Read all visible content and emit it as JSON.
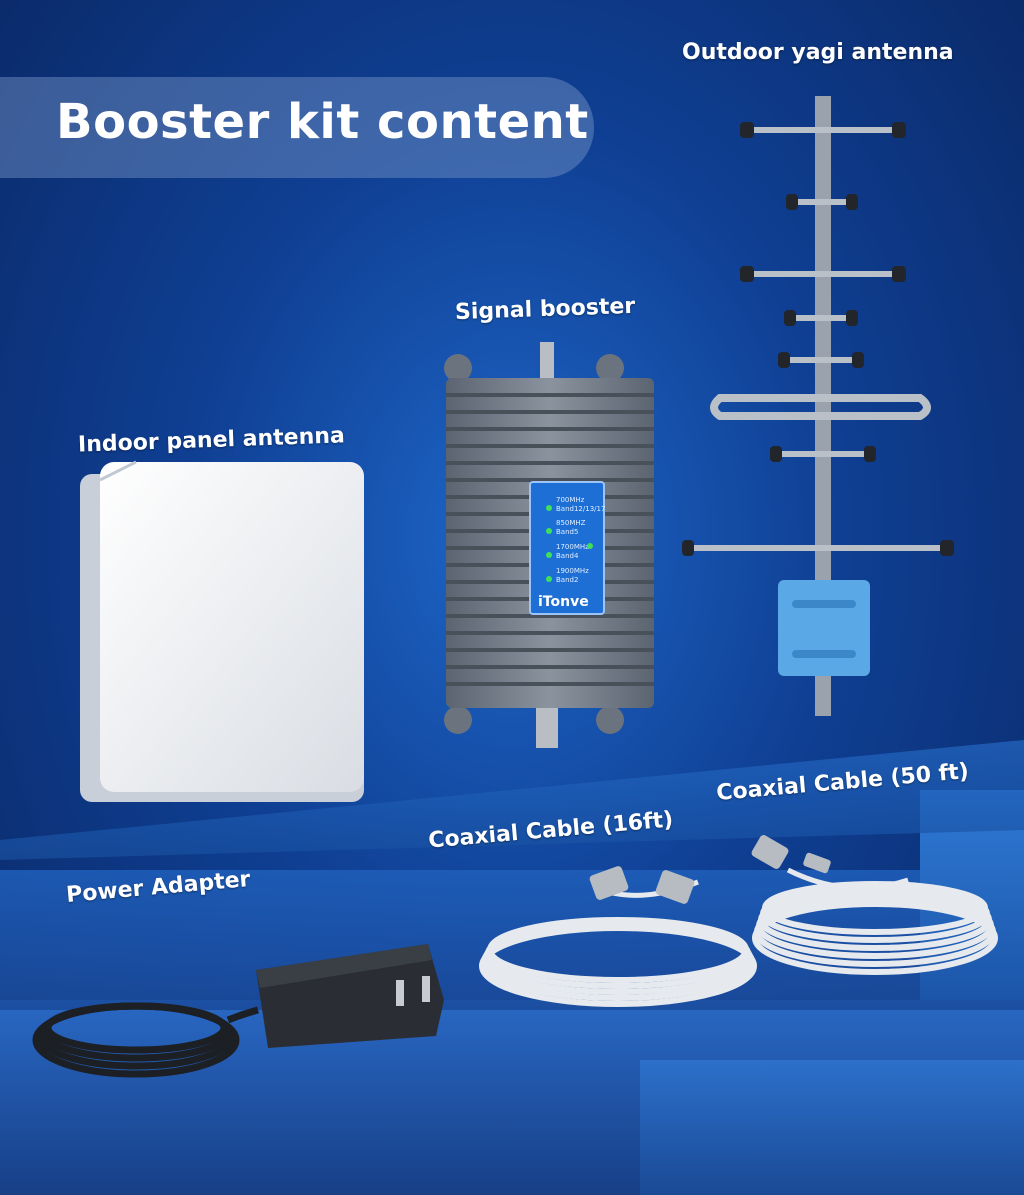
{
  "header": {
    "title": "Booster kit content"
  },
  "labels": {
    "yagi": "Outdoor yagi antenna",
    "booster": "Signal booster",
    "panel": "Indoor panel antenna",
    "cable50": "Coaxial Cable (50 ft)",
    "cable16": "Coaxial Cable (16ft)",
    "adapter": "Power Adapter"
  },
  "booster_panel": {
    "bands": [
      {
        "freq": "700MHz",
        "band": "Band12/13/17"
      },
      {
        "freq": "850MHZ",
        "band": "Band5"
      },
      {
        "freq": "1700MHz",
        "band": "Band4"
      },
      {
        "freq": "1900MHz",
        "band": "Band2"
      }
    ],
    "brand": "iTonve"
  },
  "colors": {
    "background": "#0f3f93",
    "accent": "#2a72cf",
    "led": "#3ee05a"
  }
}
